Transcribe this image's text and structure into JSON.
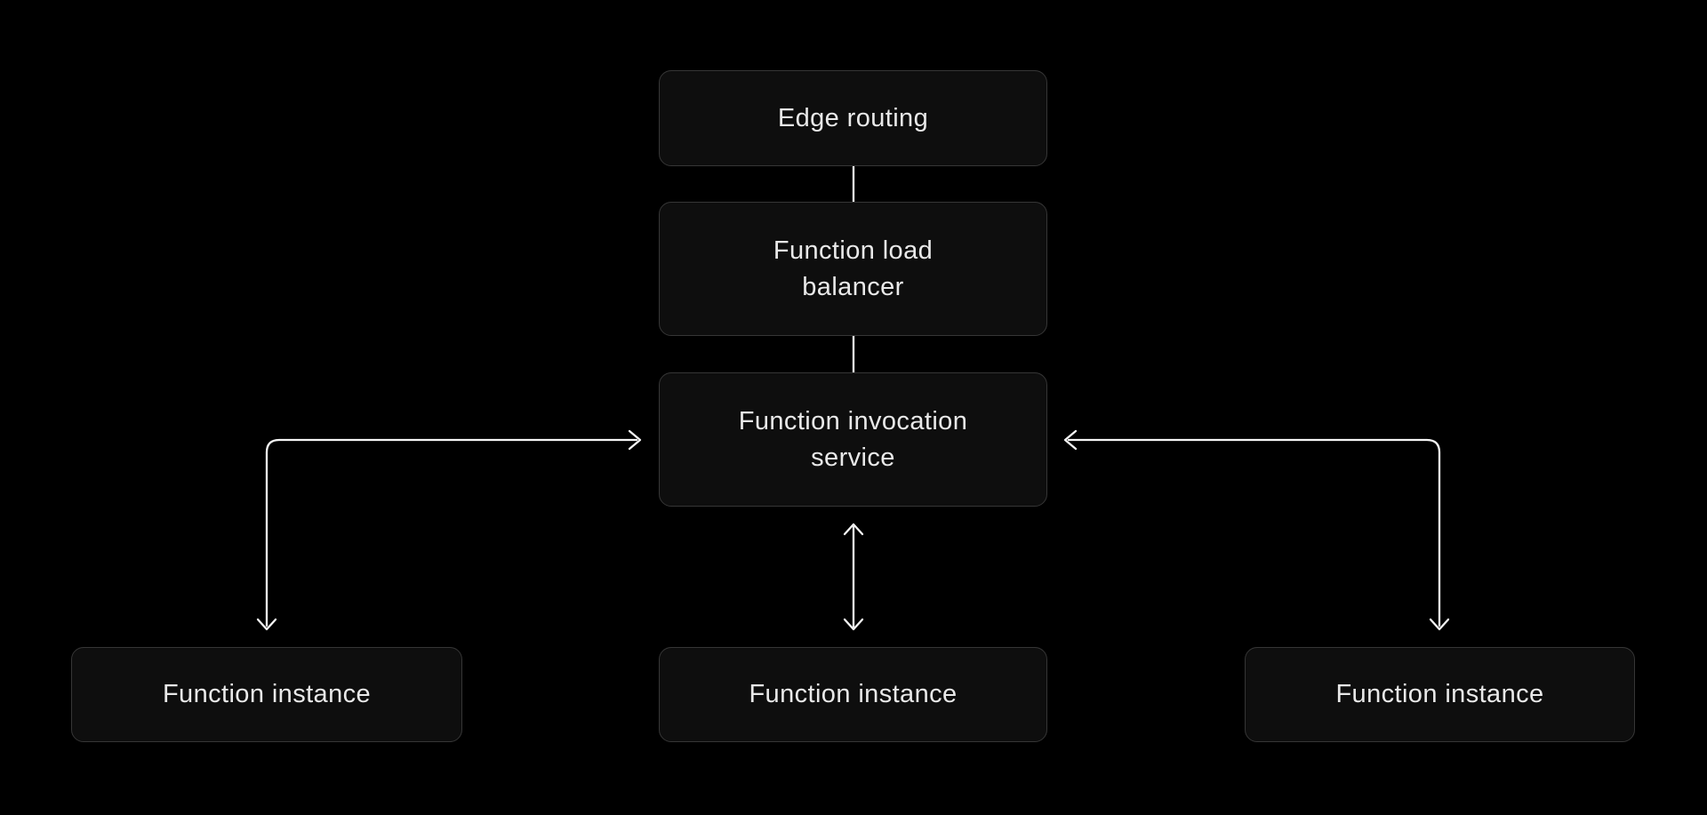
{
  "diagram": {
    "type": "architecture-flow",
    "nodes": [
      {
        "id": "edge-routing",
        "label": "Edge routing"
      },
      {
        "id": "function-load-balancer",
        "label": "Function load\nbalancer"
      },
      {
        "id": "function-invocation-service",
        "label": "Function invocation\nservice"
      },
      {
        "id": "function-instance-left",
        "label": "Function instance"
      },
      {
        "id": "function-instance-center",
        "label": "Function instance"
      },
      {
        "id": "function-instance-right",
        "label": "Function instance"
      }
    ],
    "edges": [
      {
        "from": "edge-routing",
        "to": "function-load-balancer",
        "style": "plain-line"
      },
      {
        "from": "function-load-balancer",
        "to": "function-invocation-service",
        "style": "plain-line"
      },
      {
        "from": "function-invocation-service",
        "to": "function-instance-center",
        "style": "double-headed-vertical-arrow"
      },
      {
        "from": "function-instance-left",
        "to": "function-invocation-service",
        "style": "double-headed-elbow-arrow"
      },
      {
        "from": "function-instance-right",
        "to": "function-invocation-service",
        "style": "double-headed-elbow-arrow"
      }
    ],
    "colors": {
      "background": "#000000",
      "node_fill": "#0e0e0e",
      "node_border": "#363636",
      "connector": "#f5f5f5",
      "text": "#e9e9e9"
    }
  }
}
